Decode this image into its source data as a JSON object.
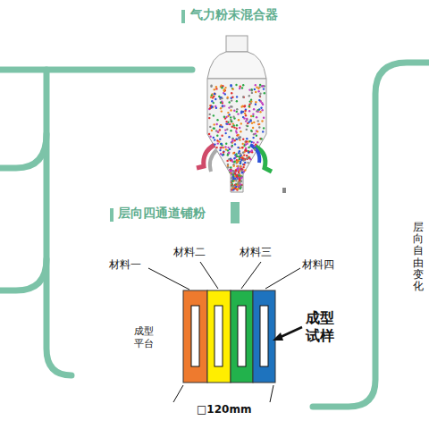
{
  "diagram": {
    "labels": [
      "气力粉末混合器",
      "层向四通道铺粉",
      "材料一",
      "材料二",
      "材料三",
      "材料四",
      "成型平台",
      "成型试样",
      "□120mm",
      "层向自由变化"
    ]
  }
}
